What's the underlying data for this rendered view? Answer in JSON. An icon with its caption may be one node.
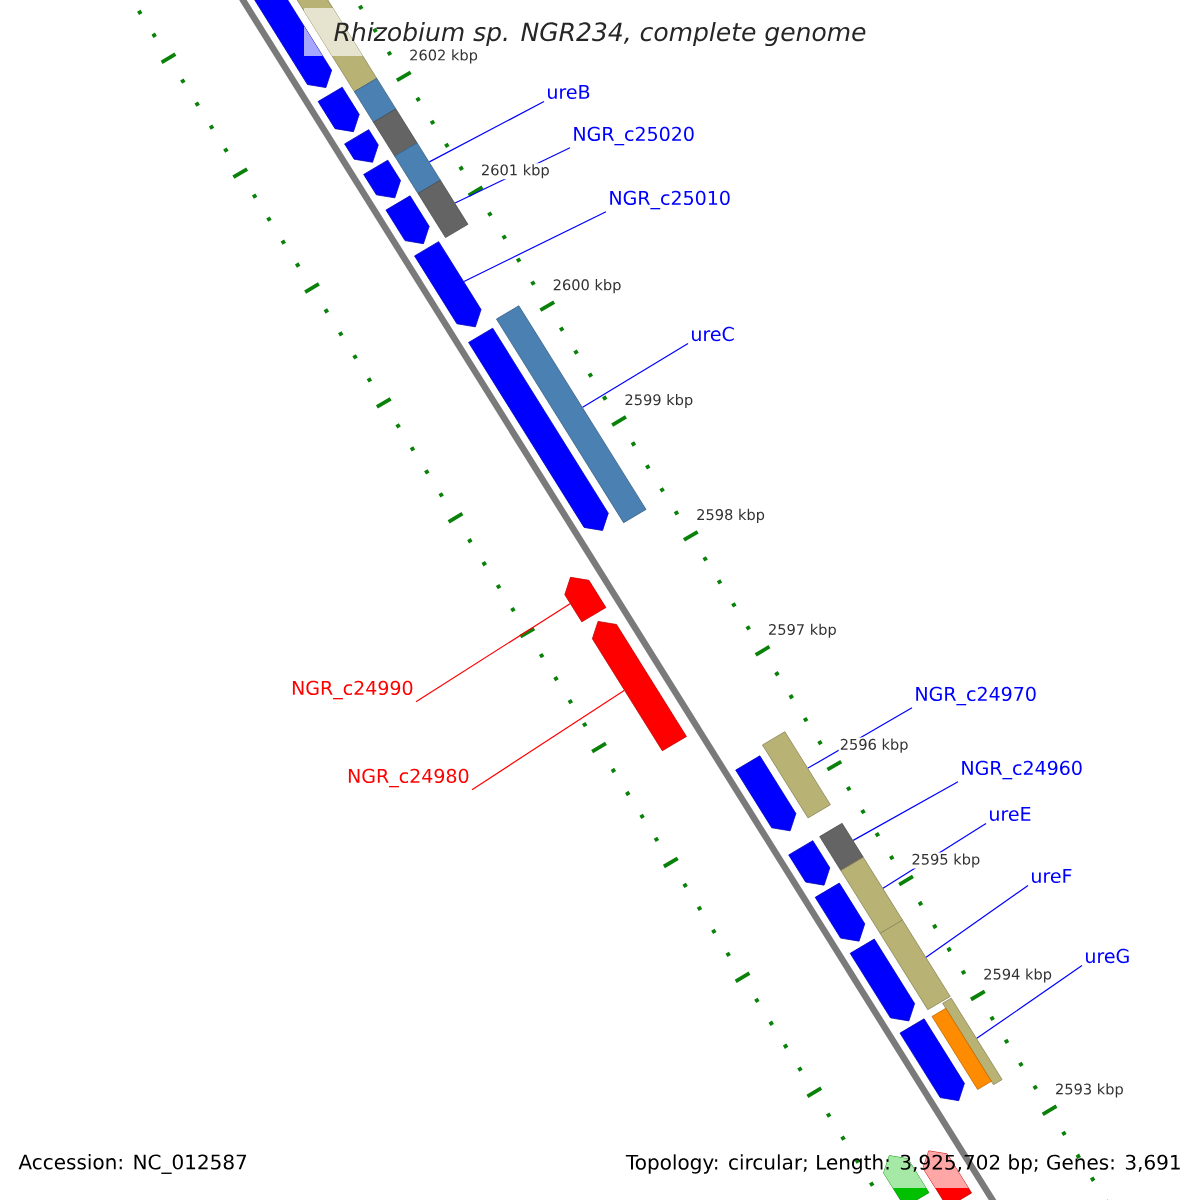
{
  "diagram": {
    "title": "Rhizobium sp. NGR234, complete genome",
    "nodes": [
      {
        "text": [
          "ureB"
        ]
      },
      {
        "text": [
          "NGR_c25020"
        ]
      },
      {
        "text": [
          "NGR_c25010"
        ]
      },
      {
        "text": [
          "ureC"
        ]
      },
      {
        "text": [
          "NGR_c24990"
        ]
      },
      {
        "text": [
          "NGR_c24970"
        ]
      },
      {
        "text": [
          "NGR_c24980"
        ]
      },
      {
        "text": [
          "NGR_c24960"
        ]
      },
      {
        "text": [
          "ureE"
        ]
      },
      {
        "text": [
          "ureF"
        ]
      },
      {
        "text": [
          "ureG"
        ]
      },
      {
        "text": [],
        "shape": "pentagon"
      },
      {
        "text": [],
        "shape": "box"
      },
      {
        "text": [],
        "shape": "pentagon"
      },
      {
        "text": [],
        "shape": "box"
      },
      {
        "text": [],
        "shape": "box"
      },
      {
        "text": [],
        "shape": "pentagon"
      },
      {
        "text": [],
        "shape": "pentagon"
      },
      {
        "text": [],
        "shape": "box"
      },
      {
        "text": [],
        "shape": "pentagon"
      },
      {
        "text": [],
        "shape": "box"
      },
      {
        "text": [],
        "shape": "pentagon"
      },
      {
        "text": [],
        "shape": "box"
      },
      {
        "text": [],
        "shape": "pentagon"
      },
      {
        "text": [],
        "shape": "pentagon"
      },
      {
        "text": [],
        "shape": "pentagon"
      },
      {
        "text": [],
        "shape": "box"
      },
      {
        "text": [],
        "shape": "pentagon"
      },
      {
        "text": [],
        "shape": "pentagon"
      },
      {
        "text": [],
        "shape": "box"
      },
      {
        "text": [],
        "shape": "box"
      },
      {
        "text": [],
        "shape": "pentagon"
      },
      {
        "text": [],
        "shape": "box"
      },
      {
        "text": [],
        "shape": "pentagon"
      },
      {
        "text": [],
        "shape": "box"
      },
      {
        "text": [],
        "shape": "pentagon"
      },
      {
        "text": [],
        "shape": "box"
      },
      {
        "text": [],
        "shape": "pentagon"
      },
      {
        "text": [],
        "shape": "pentagon"
      }
    ],
    "edges": [
      {
        "from": 0,
        "to": 18,
        "arrow": "none"
      },
      {
        "from": 1,
        "to": 20,
        "arrow": "none"
      },
      {
        "from": 2,
        "to": 21,
        "arrow": "none"
      },
      {
        "from": 3,
        "to": 22,
        "arrow": "none"
      },
      {
        "from": 4,
        "to": 24,
        "arrow": "none",
        "color": "#ff0000"
      },
      {
        "from": 5,
        "to": 26,
        "arrow": "none"
      },
      {
        "from": 6,
        "to": 25,
        "arrow": "none",
        "color": "#ff0000"
      },
      {
        "from": 7,
        "to": 29,
        "arrow": "none"
      },
      {
        "from": 8,
        "to": 30,
        "arrow": "none"
      },
      {
        "from": 9,
        "to": 32,
        "arrow": "none"
      },
      {
        "from": 10,
        "to": 34,
        "arrow": "none"
      }
    ],
    "labels": [
      "2602 kbp",
      "2601 kbp",
      "2600 kbp",
      "2599 kbp",
      "2598 kbp",
      "2597 kbp",
      "2596 kbp",
      "2595 kbp",
      "2594 kbp",
      "2593 kbp",
      "Accession: NC_012587",
      "Topology: circular; Length: 3,925,702 bp; Genes: 3,691"
    ]
  }
}
